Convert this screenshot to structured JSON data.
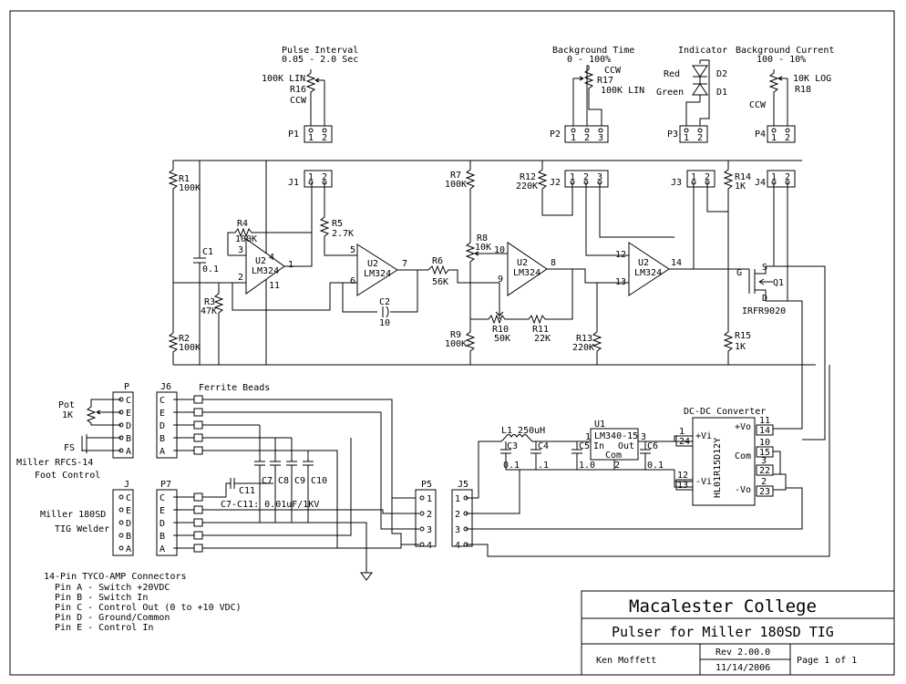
{
  "headers": {
    "pulse_interval": [
      "Pulse Interval",
      "0.05 - 2.0 Sec"
    ],
    "background_time": [
      "Background Time",
      "0 - 100%"
    ],
    "indicator": "Indicator",
    "background_current": [
      "Background Current",
      "100 - 10%"
    ]
  },
  "pots": {
    "r16": [
      "100K LIN",
      "R16",
      "CCW"
    ],
    "r17": [
      "CCW",
      "R17",
      "100K LIN"
    ],
    "r18": [
      "10K LOG",
      "R18",
      "CCW"
    ],
    "d": [
      "Red",
      "D2",
      "Green",
      "D1"
    ]
  },
  "connectors": {
    "p1": "P1",
    "p2": "P2",
    "p3": "P3",
    "p4": "P4",
    "j1": "J1",
    "j2": "J2",
    "j3": "J3",
    "j4": "J4",
    "j5": "J5",
    "j6": "J6",
    "p": "P",
    "p5": "P5",
    "p7": "P7",
    "j": "J",
    "pins3": [
      "1",
      "2",
      "3"
    ],
    "pins2": [
      "1",
      "2"
    ],
    "pins_j5": [
      "1",
      "2",
      "3",
      "4"
    ],
    "pins_p5": [
      "1",
      "2",
      "3",
      "4"
    ],
    "pins_letters": [
      "C",
      "E",
      "D",
      "B",
      "A"
    ]
  },
  "components": {
    "r1": [
      "R1",
      "100K"
    ],
    "r2": [
      "R2",
      "100K"
    ],
    "r3": [
      "R3",
      "47K"
    ],
    "r4": [
      "R4",
      "100K"
    ],
    "r5": [
      "R5",
      "2.7K"
    ],
    "r6": [
      "R6",
      "56K"
    ],
    "r7": [
      "R7",
      "100K"
    ],
    "r8": [
      "R8",
      "10K"
    ],
    "r9": [
      "R9",
      "100K"
    ],
    "r10": [
      "R10",
      "50K"
    ],
    "r11": [
      "R11",
      "22K"
    ],
    "r12": [
      "R12",
      "220K"
    ],
    "r13": [
      "R13",
      "220K"
    ],
    "r14": [
      "R14",
      "1K"
    ],
    "r15": [
      "R15",
      "1K"
    ],
    "c1": [
      "C1",
      "0.1"
    ],
    "c2": [
      "C2",
      "10"
    ],
    "u2a": [
      "U2",
      "LM324"
    ],
    "u2b": [
      "U2",
      "LM324"
    ],
    "u2c": [
      "U2",
      "LM324"
    ],
    "u2d": [
      "U2",
      "LM324"
    ],
    "q1": [
      "Q1",
      "IRFR9020",
      "G",
      "S",
      "D"
    ],
    "pins_u2a": [
      "3",
      "2",
      "4",
      "11",
      "1"
    ],
    "pins_u2b": [
      "5",
      "6",
      "7"
    ],
    "pins_u2c": [
      "10",
      "9",
      "8"
    ],
    "pins_u2d": [
      "12",
      "13",
      "14"
    ]
  },
  "lower": {
    "ferrite": "Ferrite Beads",
    "caps": [
      "C7",
      "C8",
      "C9",
      "C10",
      "C11"
    ],
    "cap_note": "C7-C11: 0.01uF/1KV",
    "pot": [
      "Pot",
      "1K"
    ],
    "fs": "FS",
    "miller_rfcs": [
      "Miller RFCS-14",
      "Foot Control"
    ],
    "miller_tig": [
      "Miller 180SD",
      "TIG Welder"
    ],
    "tyco": [
      "14-Pin TYCO-AMP Connectors",
      "Pin A - Switch +20VDC",
      "Pin B - Switch In",
      "Pin C - Control Out (0 to +10 VDC)",
      "Pin D - Ground/Common",
      "Pin E - Control In"
    ]
  },
  "supply": {
    "l1": "L1 250uH",
    "u1": [
      "U1",
      "LM340-15",
      "In",
      "Out",
      "Com"
    ],
    "caps": [
      "C3",
      "C4",
      "C5",
      "C6"
    ],
    "cap_vals": [
      "0.1",
      ".1",
      "1.0",
      "0.1"
    ],
    "dcdc": [
      "DC-DC Converter",
      "HL01R15D12Y",
      "+Vi",
      "-Vi",
      "+Vo",
      "Com",
      "-Vo"
    ],
    "pins_left": [
      "1",
      "24",
      "12",
      "13"
    ],
    "pins_right": [
      "11",
      "14",
      "10",
      "15",
      "3",
      "22",
      "2",
      "23"
    ],
    "u1_pins": [
      "1",
      "3",
      "2"
    ]
  },
  "title_block": {
    "org": "Macalester College",
    "title": "Pulser for Miller 180SD TIG",
    "author": "Ken Moffett",
    "rev": "Rev 2.00.0",
    "date": "11/14/2006",
    "page": "Page 1 of 1"
  }
}
